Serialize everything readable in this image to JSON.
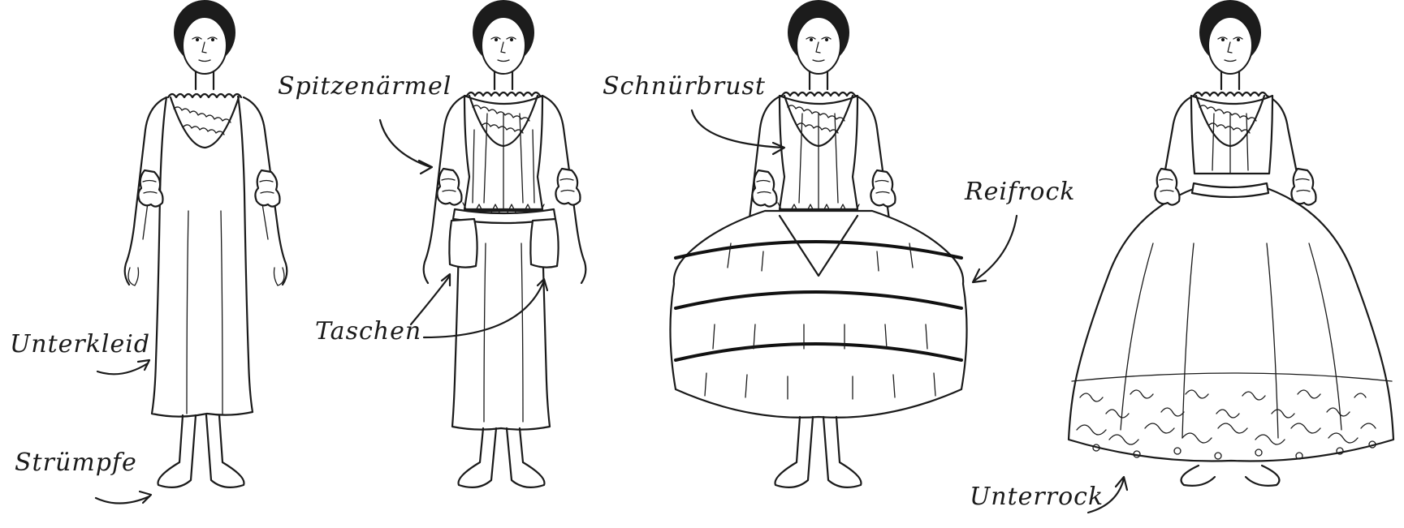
{
  "labels": {
    "unterkleid": "Unterkleid",
    "struempfe": "Strümpfe",
    "spitzenaermel": "Spitzenärmel",
    "taschen": "Taschen",
    "schnuerbrust": "Schnürbrust",
    "reifrock": "Reifrock",
    "unterrock": "Unterrock"
  }
}
